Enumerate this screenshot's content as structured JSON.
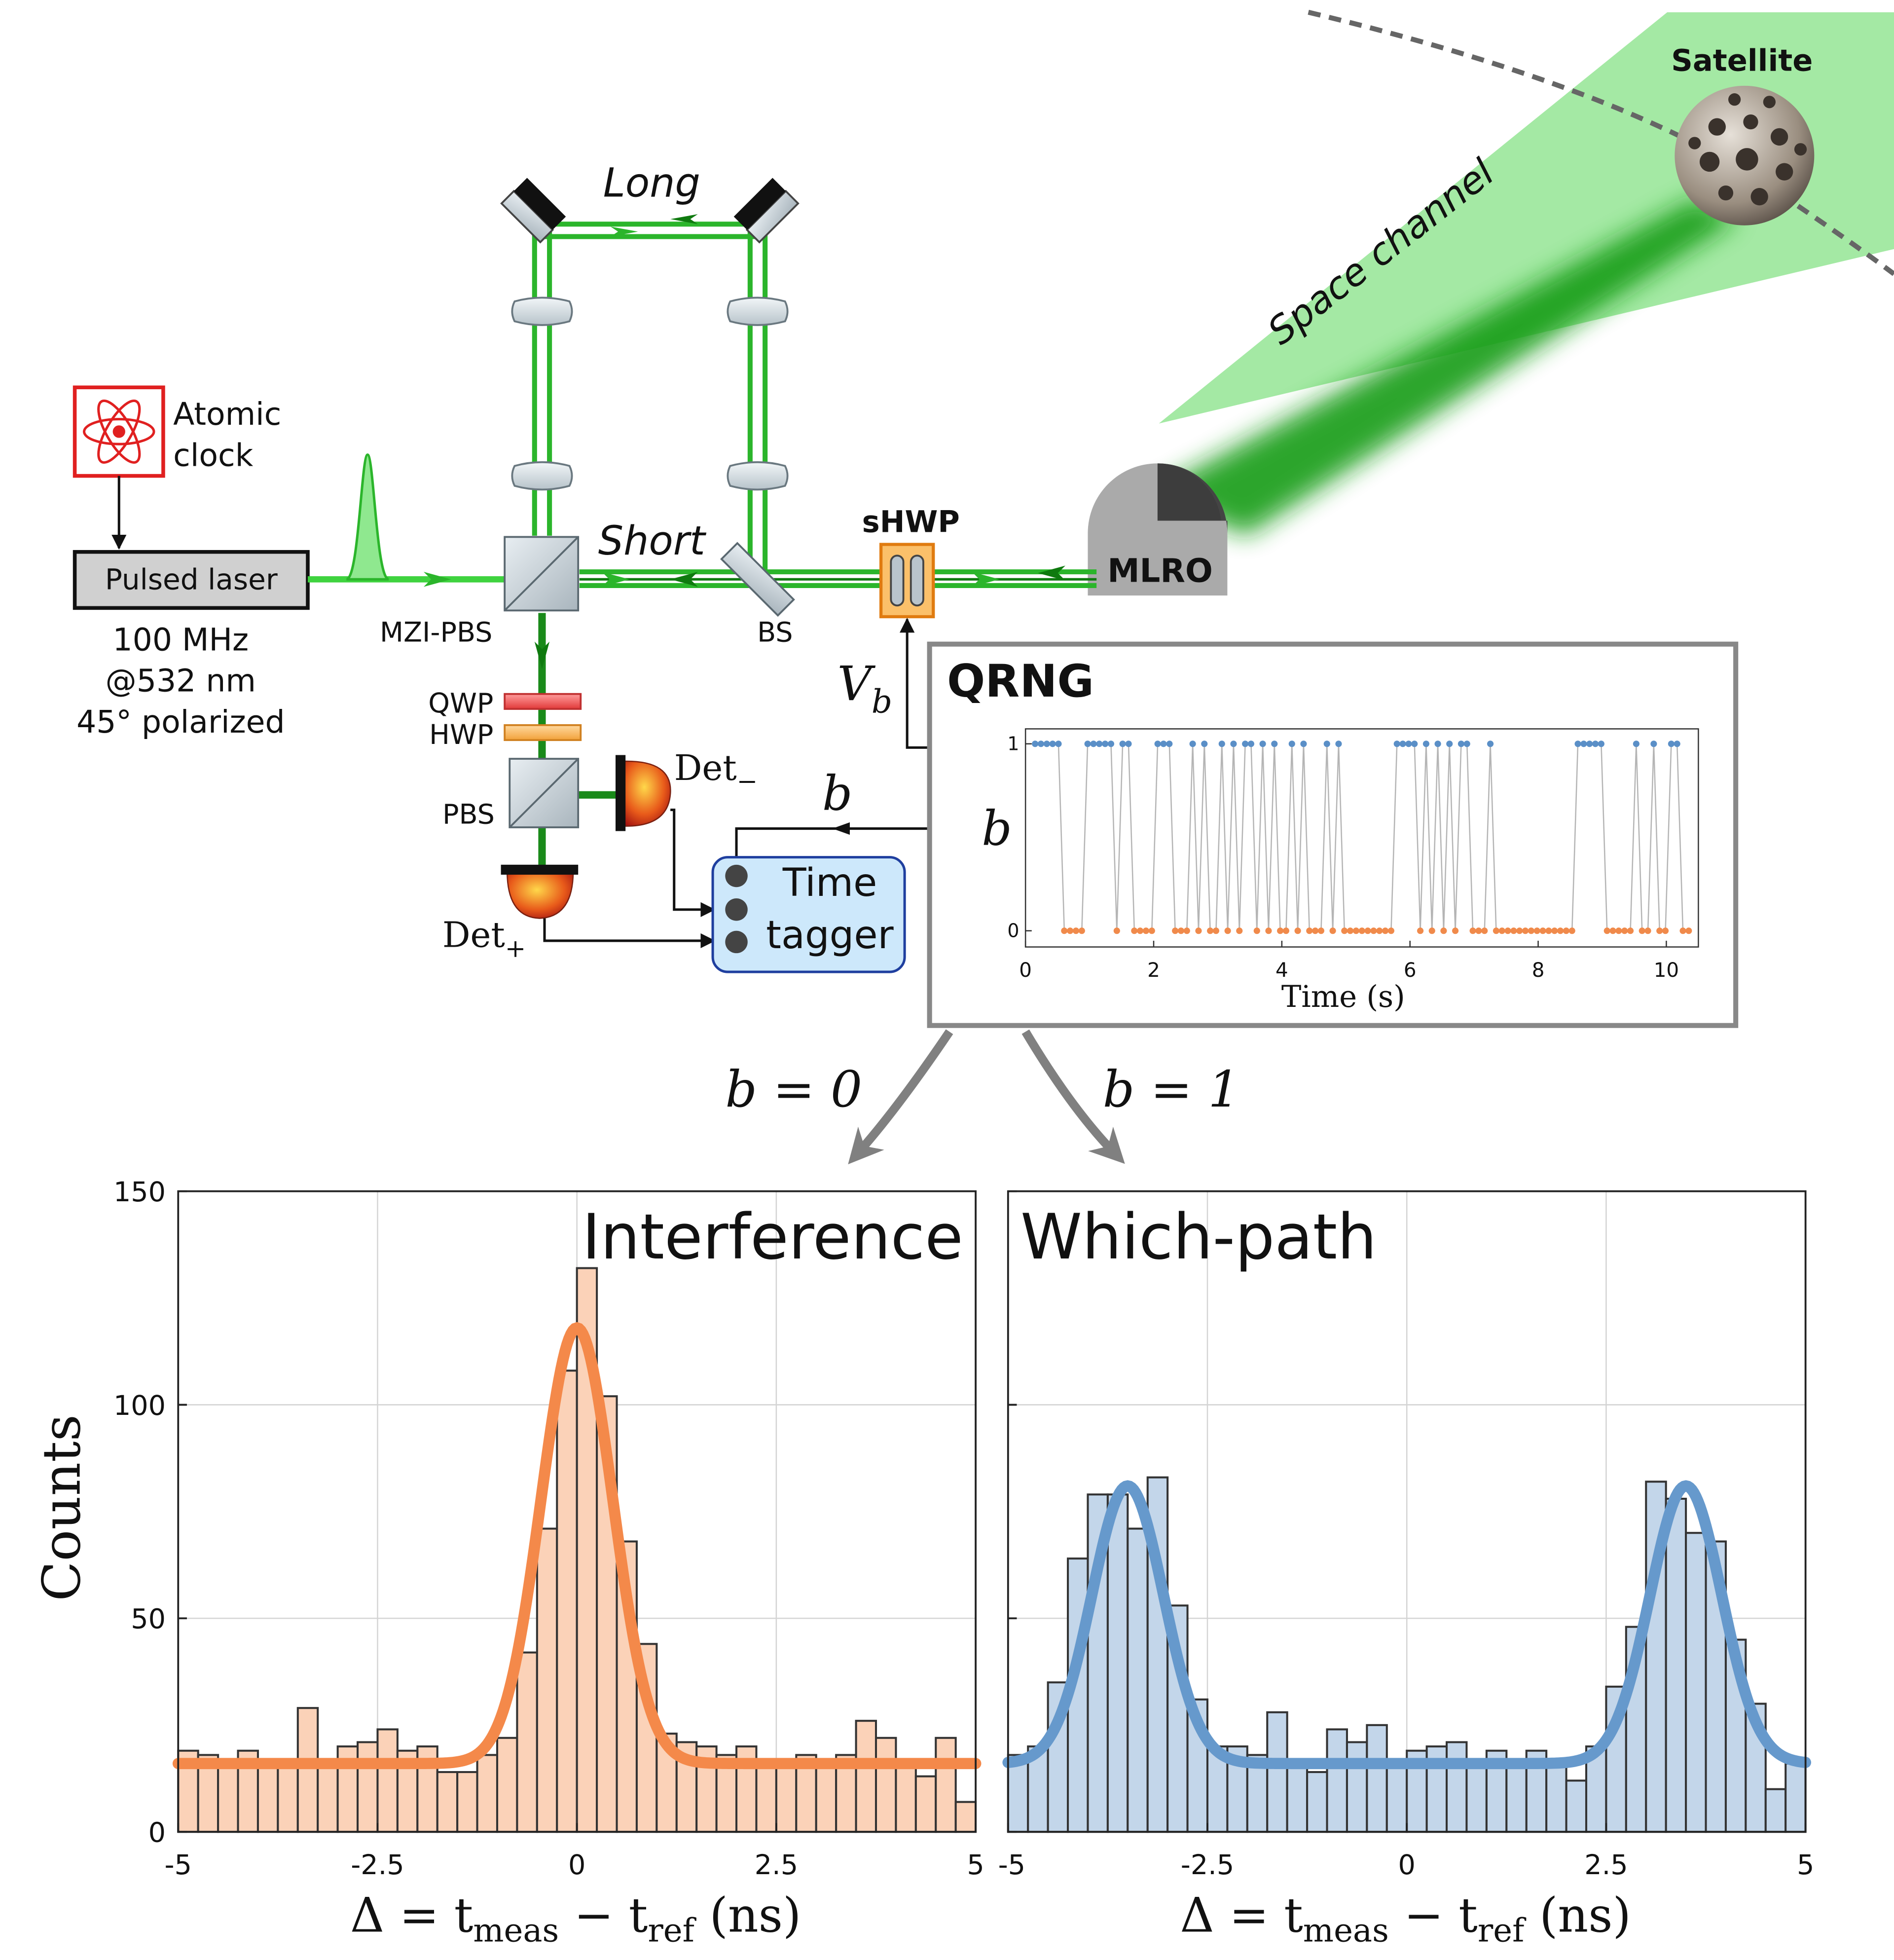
{
  "labels": {
    "atomic_clock": [
      "Atomic",
      "clock"
    ],
    "pulsed_laser": "Pulsed laser",
    "laser_specs": [
      "100 MHz",
      "@532 nm",
      "45° polarized"
    ],
    "long": "Long",
    "short": "Short",
    "mzi_pbs": "MZI-PBS",
    "bs": "BS",
    "shwp": "sHWP",
    "mlro": "MLRO",
    "satellite": "Satellite",
    "space_channel": "Space channel",
    "qwp": "QWP",
    "hwp": "HWP",
    "pbs": "PBS",
    "det_minus": "Det",
    "det_minus_sub": "−",
    "det_plus": "Det",
    "det_plus_sub": "+",
    "time_tagger": [
      "Time",
      "tagger"
    ],
    "vb": "V",
    "vb_sub": "b",
    "b_symbol": "b",
    "qrng": "QRNG",
    "b0": "b = 0",
    "b1": "b = 1"
  },
  "colors": {
    "beam": "#2bb52b",
    "beam_dark": "#0a8a0a",
    "orange": "#f4894a",
    "orange_fill": "#fbd2b8",
    "blue": "#6699cc",
    "blue_fill": "#c3d6ea",
    "blue_point": "#5a8fc7",
    "orange_point": "#f08a4b",
    "tagger_fill": "#cde8fb",
    "tagger_border": "#1f3f9f",
    "clock_red": "#e03030",
    "grey_box": "#888888"
  },
  "chart_data": [
    {
      "type": "scatter",
      "panel": "QRNG",
      "xlabel": "Time (s)",
      "ylabel": "b",
      "xlim": [
        0,
        10.5
      ],
      "ylim": [
        0,
        1
      ],
      "xticks": [
        0,
        2,
        4,
        6,
        8,
        10
      ],
      "yticks": [
        0,
        1
      ],
      "line": true,
      "grid": false,
      "bits": [
        1,
        1,
        1,
        1,
        1,
        0,
        0,
        0,
        0,
        1,
        1,
        1,
        1,
        1,
        0,
        1,
        1,
        0,
        0,
        0,
        0,
        1,
        1,
        1,
        0,
        0,
        0,
        1,
        0,
        1,
        0,
        0,
        1,
        0,
        1,
        0,
        1,
        1,
        0,
        1,
        0,
        1,
        0,
        0,
        1,
        0,
        1,
        0,
        0,
        0,
        1,
        0,
        1,
        0,
        0,
        0,
        0,
        0,
        0,
        0,
        0,
        0,
        1,
        1,
        1,
        1,
        0,
        1,
        0,
        1,
        0,
        1,
        0,
        1,
        1,
        0,
        0,
        0,
        1,
        0,
        0,
        0,
        0,
        0,
        0,
        0,
        0,
        0,
        0,
        0,
        0,
        0,
        0,
        1,
        1,
        1,
        1,
        1,
        0,
        0,
        0,
        0,
        0,
        1,
        0,
        0,
        1,
        0,
        0,
        1,
        1,
        0,
        0
      ],
      "bit_rate_hz": 10.5
    },
    {
      "type": "bar",
      "panel": "Interference",
      "title": "Interference",
      "xlabel": "Δ = t_meas − t_ref (ns)",
      "ylabel": "Counts",
      "xlim": [
        -5,
        5
      ],
      "ylim": [
        0,
        150
      ],
      "xticks": [
        -5,
        -2.5,
        0,
        2.5,
        5
      ],
      "xtick_labels": [
        "-5",
        "-2.5",
        "0",
        "2.5",
        "5"
      ],
      "yticks": [
        0,
        50,
        100,
        150
      ],
      "grid": true,
      "bin_width": 0.25,
      "bins_start": -5,
      "values": [
        19,
        18,
        16,
        19,
        16,
        17,
        29,
        16,
        20,
        21,
        24,
        19,
        20,
        14,
        14,
        18,
        22,
        42,
        71,
        108,
        132,
        102,
        68,
        44,
        23,
        21,
        20,
        18,
        20,
        17,
        16,
        18,
        16,
        18,
        26,
        22,
        16,
        13,
        22,
        7
      ],
      "fit": {
        "name": "fit",
        "amplitude": 102,
        "center": 0,
        "sigma": 0.45,
        "offset": 16
      }
    },
    {
      "type": "bar",
      "panel": "Which-path",
      "title": "Which-path",
      "xlabel": "Δ = t_meas − t_ref (ns)",
      "xlim": [
        -5,
        5
      ],
      "ylim": [
        0,
        150
      ],
      "xticks": [
        -5,
        -2.5,
        0,
        2.5,
        5
      ],
      "xtick_labels": [
        "-5",
        "-2.5",
        "0",
        "2.5",
        "5"
      ],
      "yticks": [
        0,
        50,
        100,
        150
      ],
      "grid": true,
      "bin_width": 0.25,
      "bins_start": -5,
      "values": [
        18,
        20,
        35,
        64,
        79,
        79,
        71,
        83,
        53,
        31,
        20,
        20,
        18,
        28,
        16,
        14,
        24,
        21,
        25,
        16,
        19,
        20,
        21,
        17,
        19,
        16,
        19,
        17,
        12,
        20,
        34,
        48,
        82,
        78,
        70,
        68,
        45,
        30,
        10,
        16
      ],
      "fit": {
        "name": "fit",
        "amplitude": 65,
        "centers": [
          -3.5,
          3.5
        ],
        "sigma": 0.45,
        "offset": 16
      }
    }
  ],
  "axis_text": {
    "counts": "Counts",
    "delta_lhs": "Δ = t",
    "meas": "meas",
    "minus_t": " − t",
    "ref": "ref",
    "ns": " (ns)",
    "time_s": "Time (s)"
  }
}
